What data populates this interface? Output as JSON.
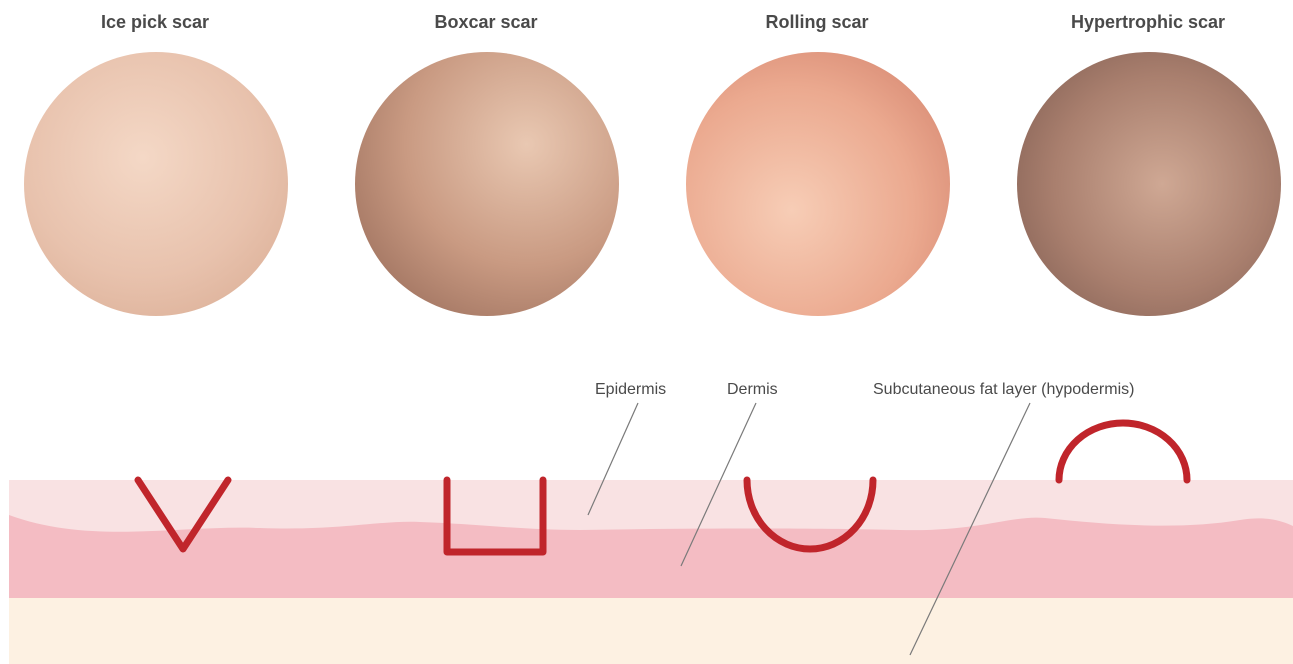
{
  "scar_types": [
    {
      "title": "Ice pick scar",
      "shape": "v"
    },
    {
      "title": "Boxcar scar",
      "shape": "box"
    },
    {
      "title": "Rolling scar",
      "shape": "u"
    },
    {
      "title": "Hypertrophic scar",
      "shape": "dome"
    }
  ],
  "layers": {
    "epidermis": "Epidermis",
    "dermis": "Dermis",
    "hypodermis": "Subcutaneous fat layer (hypodermis)"
  },
  "colors": {
    "epidermis": "#f9e2e3",
    "dermis": "#f4bcc3",
    "hypodermis": "#fdf1e2",
    "scar_outline": "#c0252b",
    "leader_line": "#7a7a7a"
  }
}
